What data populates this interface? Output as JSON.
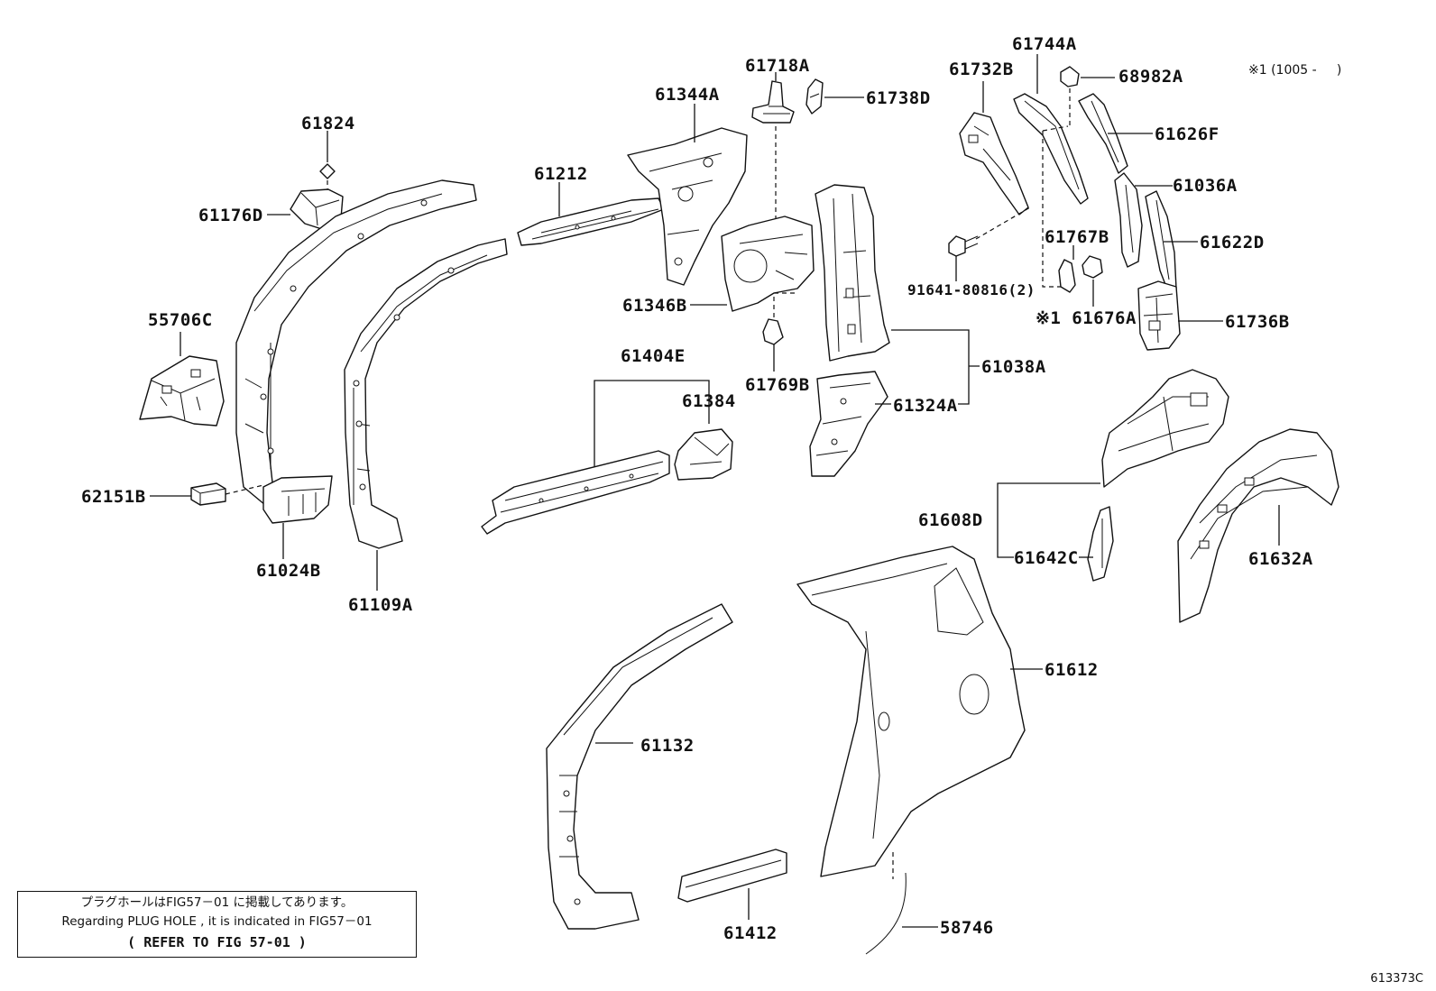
{
  "variant_note": "※1 (1005 -     )",
  "figure_code": "613373C",
  "note": {
    "line1": "プラグホールはFIG57－01 に掲載してあります。",
    "line2": "Regarding PLUG HOLE , it is indicated in FIG57－01",
    "line3": "(  REFER TO FIG 57-01  )"
  },
  "parts": [
    {
      "id": "p61824",
      "label": "61824"
    },
    {
      "id": "p61176D",
      "label": "61176D"
    },
    {
      "id": "p55706C",
      "label": "55706C"
    },
    {
      "id": "p62151B",
      "label": "62151B"
    },
    {
      "id": "p61024B",
      "label": "61024B"
    },
    {
      "id": "p61109A",
      "label": "61109A"
    },
    {
      "id": "p61212",
      "label": "61212"
    },
    {
      "id": "p61344A",
      "label": "61344A"
    },
    {
      "id": "p61718A",
      "label": "61718A"
    },
    {
      "id": "p61738D",
      "label": "61738D"
    },
    {
      "id": "p61346B",
      "label": "61346B"
    },
    {
      "id": "p61769B",
      "label": "61769B"
    },
    {
      "id": "p61404E",
      "label": "61404E"
    },
    {
      "id": "p61384",
      "label": "61384"
    },
    {
      "id": "p61038A",
      "label": "61038A"
    },
    {
      "id": "p61324A",
      "label": "61324A"
    },
    {
      "id": "p61732B",
      "label": "61732B"
    },
    {
      "id": "p61744A",
      "label": "61744A"
    },
    {
      "id": "p68982A",
      "label": "68982A"
    },
    {
      "id": "p61626F",
      "label": "61626F"
    },
    {
      "id": "p61036A",
      "label": "61036A"
    },
    {
      "id": "p61622D",
      "label": "61622D"
    },
    {
      "id": "p61767B",
      "label": "61767B"
    },
    {
      "id": "p91641",
      "label": "91641-80816(2)"
    },
    {
      "id": "p61676A",
      "label": "※1 61676A"
    },
    {
      "id": "p61736B",
      "label": "61736B"
    },
    {
      "id": "p61608D",
      "label": "61608D"
    },
    {
      "id": "p61642C",
      "label": "61642C"
    },
    {
      "id": "p61632A",
      "label": "61632A"
    },
    {
      "id": "p61612",
      "label": "61612"
    },
    {
      "id": "p61132",
      "label": "61132"
    },
    {
      "id": "p61412",
      "label": "61412"
    },
    {
      "id": "p58746",
      "label": "58746"
    }
  ]
}
